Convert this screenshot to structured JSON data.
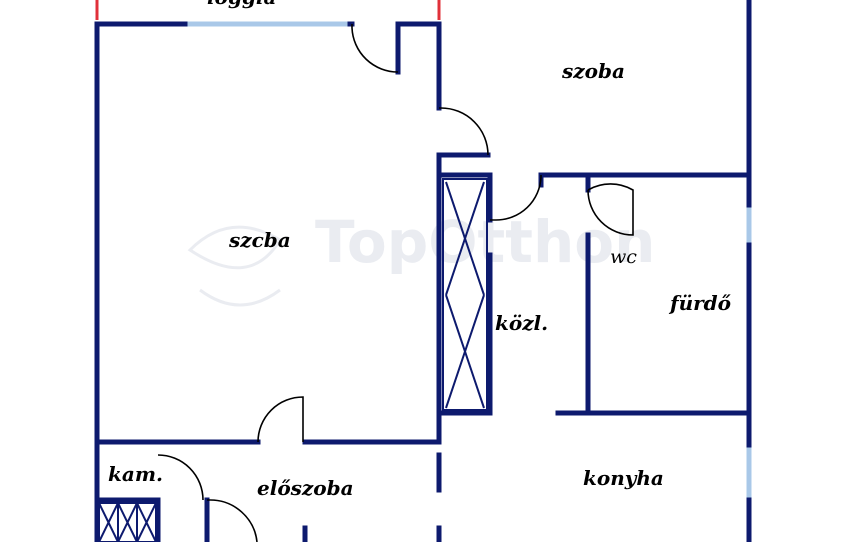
{
  "floorplan": {
    "rooms": {
      "loggia": "loggia",
      "szoba_top": "szoba",
      "szoba_main": "szcba",
      "wc": "wc",
      "furdo": "fürdő",
      "kozl": "közl.",
      "kam": "kam.",
      "eloszoba": "előszoba",
      "konyha": "konyha"
    },
    "watermark": "TopOtthon"
  },
  "colors": {
    "wall": "#0d1a6e",
    "window": "#a9c8e8",
    "loggia_rail": "#e0303a",
    "text": "#000000",
    "watermark": "#d9dde6"
  },
  "icons": [
    "door-swing-icon",
    "shaft-cross-icon",
    "watermark-logo-icon"
  ]
}
